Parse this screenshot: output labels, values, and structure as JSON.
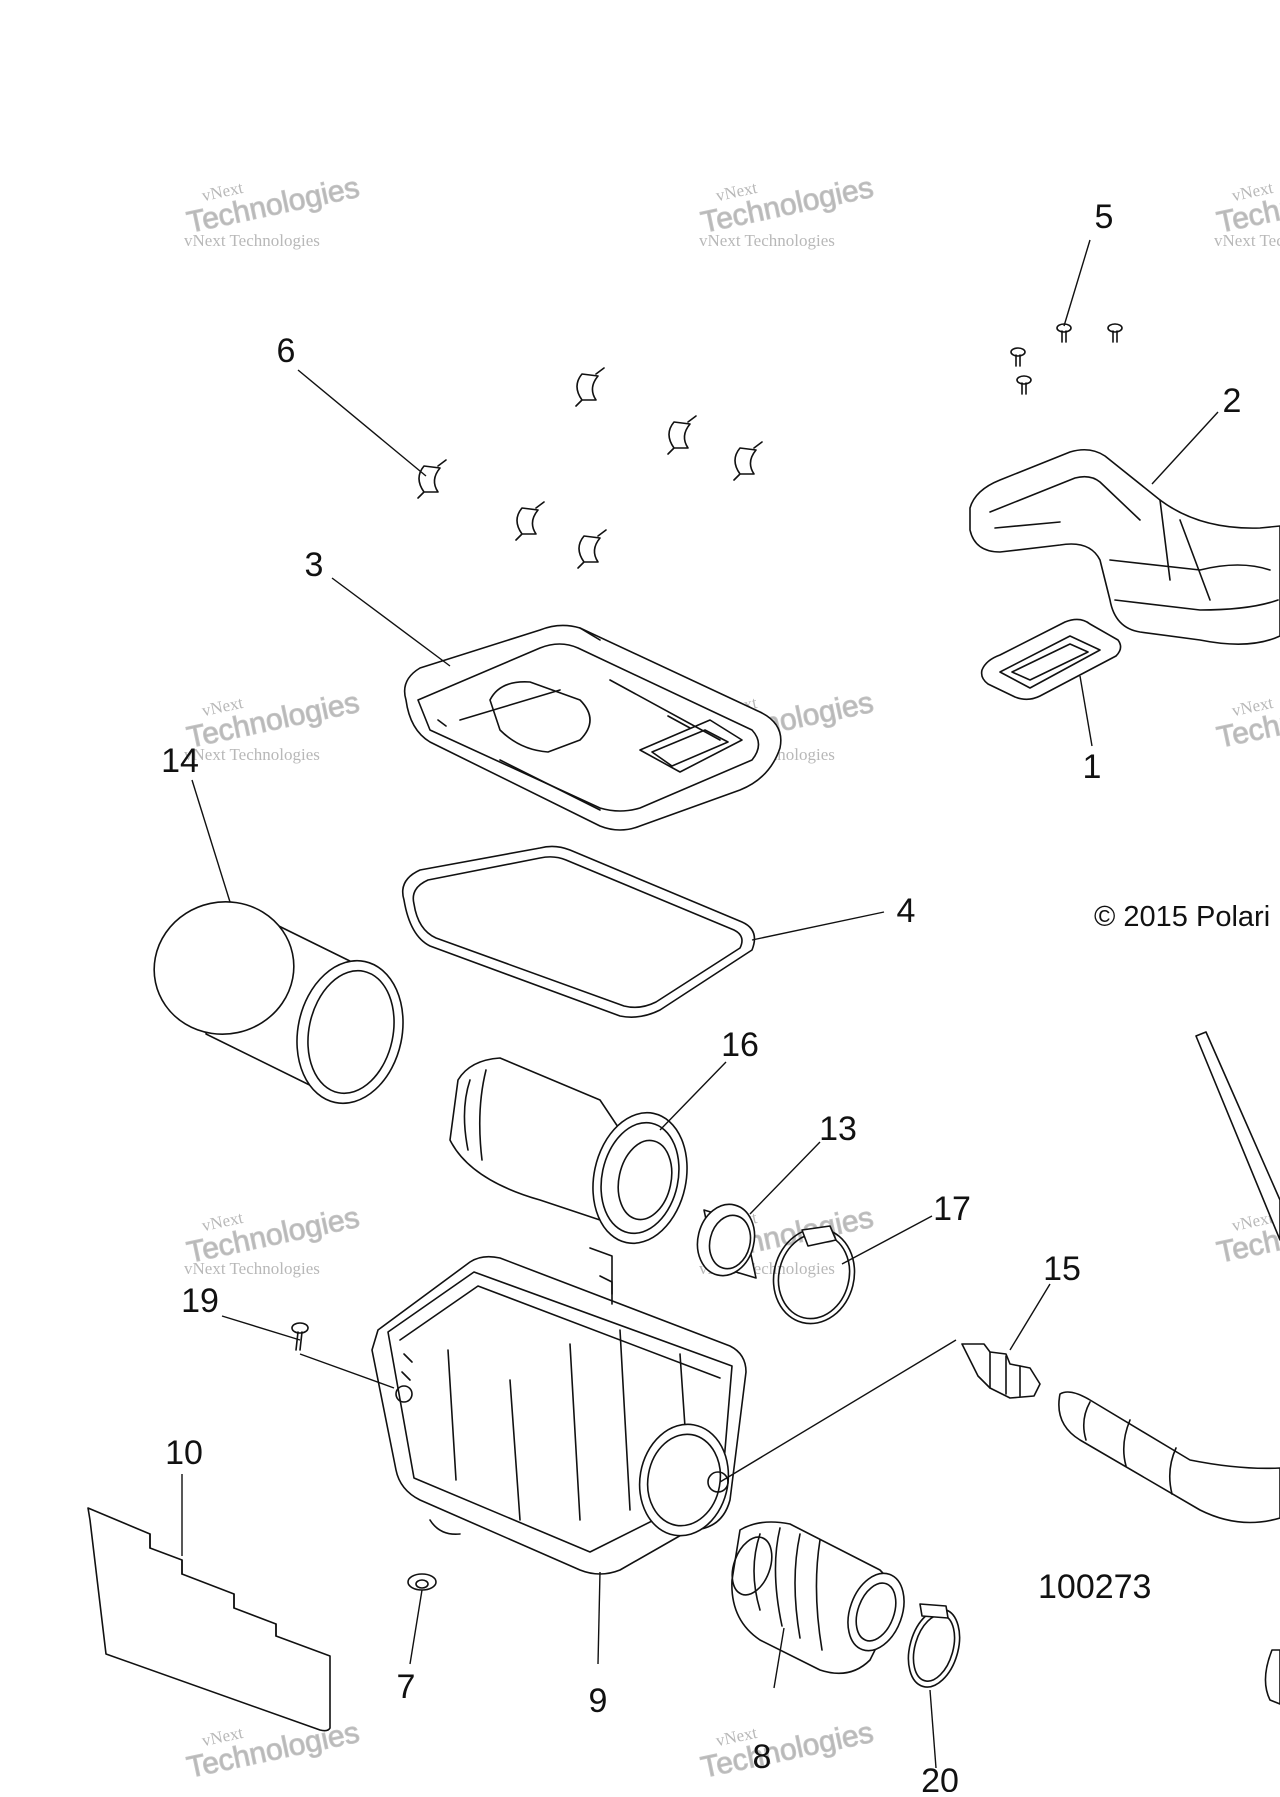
{
  "diagram": {
    "copyright": "© 2015 Polari",
    "figure_number": "100273",
    "watermark": {
      "line1": "vNext",
      "line2": "vNext Technologies",
      "line3": "Technologies"
    },
    "callouts": [
      {
        "id": "1",
        "label": "1"
      },
      {
        "id": "2",
        "label": "2"
      },
      {
        "id": "3",
        "label": "3"
      },
      {
        "id": "4",
        "label": "4"
      },
      {
        "id": "5",
        "label": "5"
      },
      {
        "id": "6",
        "label": "6"
      },
      {
        "id": "7",
        "label": "7"
      },
      {
        "id": "8",
        "label": "8"
      },
      {
        "id": "9",
        "label": "9"
      },
      {
        "id": "10",
        "label": "10"
      },
      {
        "id": "13",
        "label": "13"
      },
      {
        "id": "14",
        "label": "14"
      },
      {
        "id": "15",
        "label": "15"
      },
      {
        "id": "16",
        "label": "16"
      },
      {
        "id": "17",
        "label": "17"
      },
      {
        "id": "19",
        "label": "19"
      },
      {
        "id": "20",
        "label": "20"
      }
    ]
  }
}
